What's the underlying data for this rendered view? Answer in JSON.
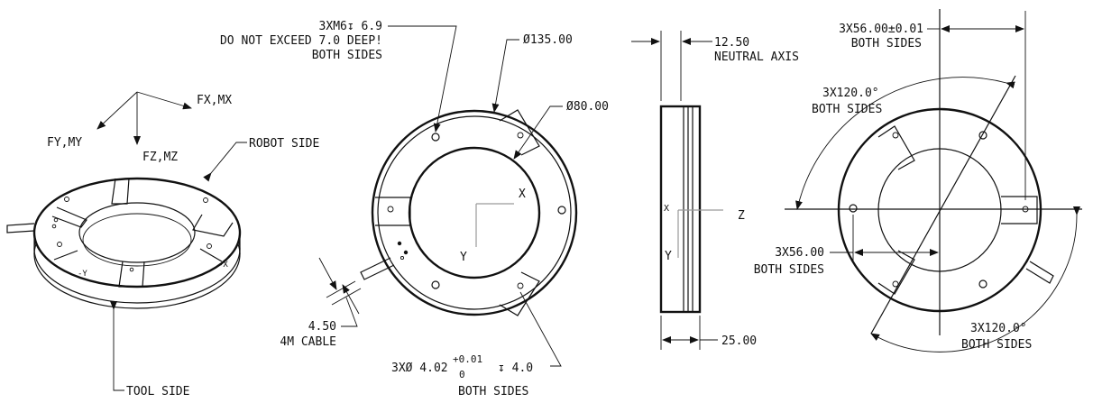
{
  "iso": {
    "fx_mx": "FX,MX",
    "fy_my": "FY,MY",
    "fz_mz": "FZ,MZ",
    "robot_side": "ROBOT SIDE",
    "tool_side": "TOOL SIDE"
  },
  "front": {
    "thread_spec": "3XM6↧ 6.9",
    "thread_warning": "DO NOT EXCEED 7.0 DEEP!",
    "thread_sides": "BOTH SIDES",
    "outer_dia": "Ø135.00",
    "inner_dia": "Ø80.00",
    "axis_x": "X",
    "axis_y": "Y",
    "cable_dim": "4.50",
    "cable_len": "4M CABLE",
    "pin_prefix": "3XØ 4.02",
    "pin_tol_upper": "+0.01",
    "pin_tol_lower": "0",
    "pin_depth": "↧ 4.0",
    "pin_sides": "BOTH SIDES"
  },
  "side": {
    "neutral_dim": "12.50",
    "neutral_label": "NEUTRAL AXIS",
    "axis_z": "Z",
    "axis_y": "Y",
    "axis_x": "X",
    "thickness": "25.00"
  },
  "right": {
    "spacing_top": "3X56.00±0.01",
    "spacing_top_sides": "BOTH SIDES",
    "angle_top": "3X120.0°",
    "angle_top_sides": "BOTH SIDES",
    "spacing_mid": "3X56.00",
    "spacing_mid_sides": "BOTH SIDES",
    "angle_bottom": "3X120.0°",
    "angle_bottom_sides": "BOTH SIDES"
  }
}
